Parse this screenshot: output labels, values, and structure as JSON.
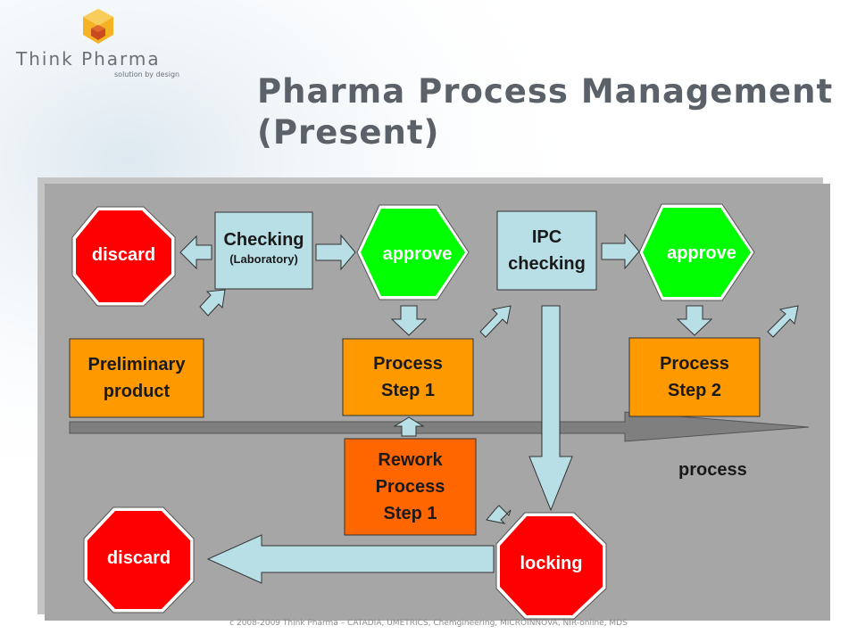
{
  "logo": {
    "name": "Think Pharma",
    "tagline": "solution by design"
  },
  "title": "Pharma Process Management (Present)",
  "nodes": {
    "discard_top": "discard",
    "checking": "Checking",
    "checking_sub": "(Laboratory)",
    "approve_1": "approve",
    "ipc_checking": "IPC\nchecking",
    "approve_2": "approve",
    "preliminary": "Preliminary\nproduct",
    "process_step_1": "Process\nStep 1",
    "process_step_2": "Process\nStep 2",
    "rework": "Rework\nProcess\nStep 1",
    "process_label": "process",
    "discard_bottom": "discard",
    "locking": "locking"
  },
  "footer": "c 2008-2009 Think Pharma – CATADIA, UMETRICS, Chemgineering, MICROINNOVA, NIR-online, MDS",
  "colors": {
    "discard": "#ff0000",
    "approve": "#00ff00",
    "check_box": "#b8dfe6",
    "process_box": "#ff9900",
    "rework_box": "#ff6600",
    "arrow": "#b8dfe6",
    "panel": "#a6a6a6",
    "title": "#5a6169"
  }
}
